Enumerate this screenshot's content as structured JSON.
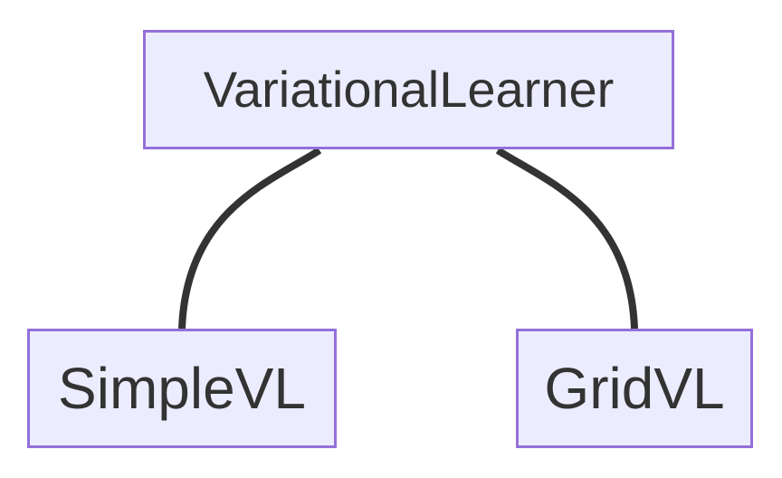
{
  "diagram": {
    "type": "class-hierarchy",
    "background": "#ffffff",
    "nodes": [
      {
        "id": "VariationalLearner",
        "label": "VariationalLearner",
        "role": "parent"
      },
      {
        "id": "SimpleVL",
        "label": "SimpleVL",
        "role": "child"
      },
      {
        "id": "GridVL",
        "label": "GridVL",
        "role": "child"
      }
    ],
    "edges": [
      {
        "from": "VariationalLearner",
        "to": "SimpleVL"
      },
      {
        "from": "VariationalLearner",
        "to": "GridVL"
      }
    ],
    "colors": {
      "node_fill": "#ECECFF",
      "node_border": "#9370DB",
      "edge_stroke": "#333333",
      "text": "#333333"
    },
    "edge_stroke_width": "8"
  }
}
